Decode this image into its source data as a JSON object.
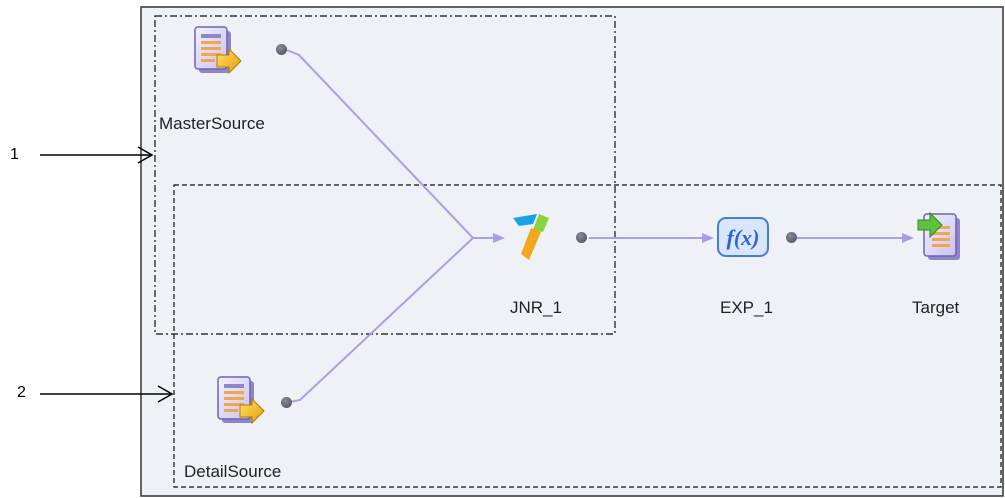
{
  "canvas": {
    "background": "#eef1f6",
    "border": "#333333",
    "link_color": "#a8a0e6"
  },
  "callouts": [
    {
      "number": "1"
    },
    {
      "number": "2"
    }
  ],
  "nodes": {
    "master_source": {
      "label": "MasterSource",
      "icon": "source-icon"
    },
    "detail_source": {
      "label": "DetailSource",
      "icon": "source-icon"
    },
    "joiner": {
      "label": "JNR_1",
      "icon": "joiner-icon"
    },
    "expression": {
      "label": "EXP_1",
      "icon": "expression-icon"
    },
    "target": {
      "label": "Target",
      "icon": "target-icon"
    }
  },
  "links": [
    {
      "from": "MasterSource",
      "to": "JNR_1"
    },
    {
      "from": "DetailSource",
      "to": "JNR_1"
    },
    {
      "from": "JNR_1",
      "to": "EXP_1"
    },
    {
      "from": "EXP_1",
      "to": "Target"
    }
  ]
}
